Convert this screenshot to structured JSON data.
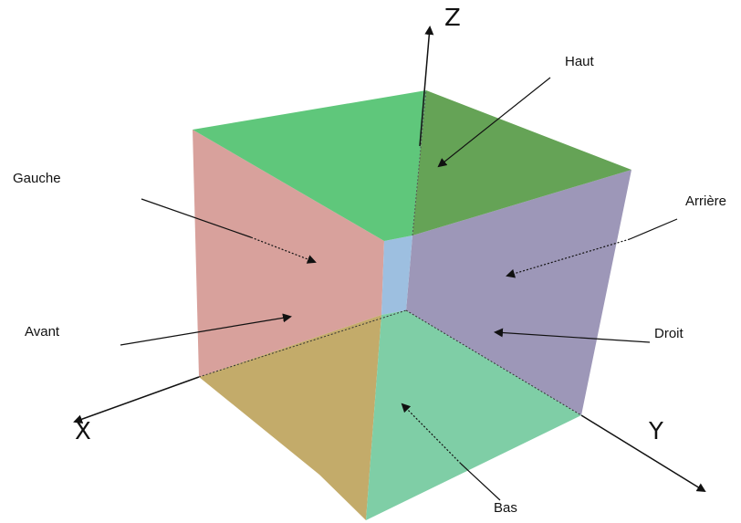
{
  "faces": {
    "haut": {
      "label": "Haut",
      "color": "#5fc77b",
      "color_dark": "#65a356"
    },
    "gauche": {
      "label": "Gauche",
      "color": "#d8a19c"
    },
    "arriere": {
      "label": "Arrière",
      "color": "#9d97b8"
    },
    "avant": {
      "label": "Avant",
      "color": "#d8a19c"
    },
    "droit": {
      "label": "Droit",
      "color": "#9d97b8"
    },
    "bas": {
      "label": "Bas",
      "color": "#7fcea6",
      "color_dark": "#c3ab6a"
    },
    "inner_edge_color": "#9dbfe0"
  },
  "axes": {
    "x": "X",
    "y": "Y",
    "z": "Z"
  }
}
